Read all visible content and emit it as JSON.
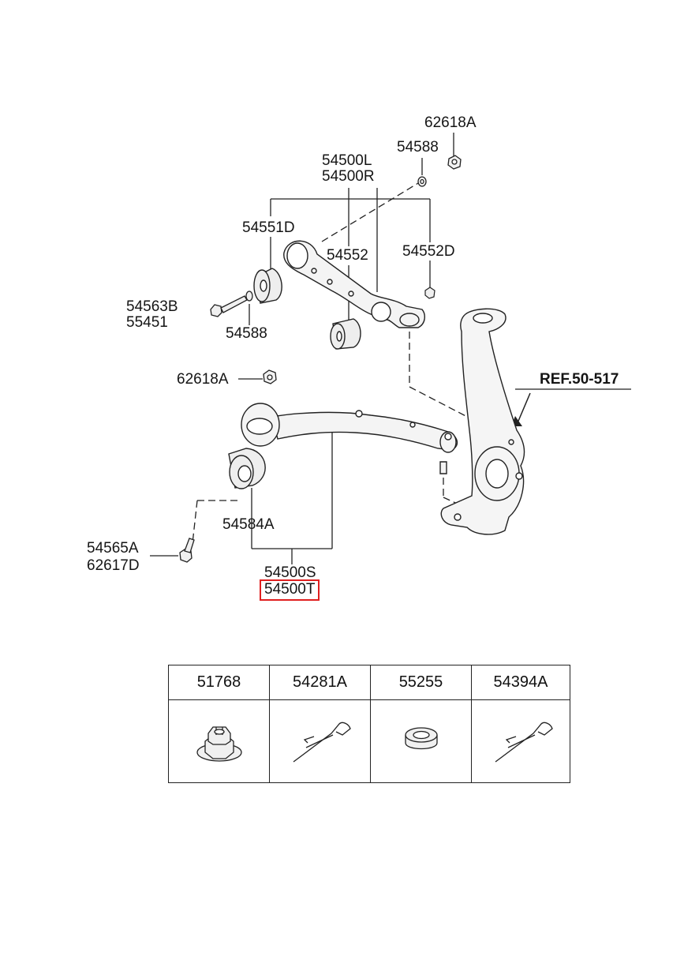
{
  "labels": {
    "l_62618A_top": "62618A",
    "l_54588_top": "54588",
    "l_54500L": "54500L",
    "l_54500R": "54500R",
    "l_54551D": "54551D",
    "l_54552": "54552",
    "l_54552D": "54552D",
    "l_54563B": "54563B",
    "l_55451": "55451",
    "l_54588_low": "54588",
    "l_62618A_mid": "62618A",
    "l_ref": "REF.50-517",
    "l_54584A": "54584A",
    "l_54565A": "54565A",
    "l_62617D": "62617D",
    "l_54500S": "54500S",
    "l_54500T": "54500T"
  },
  "table": {
    "headers": [
      "51768",
      "54281A",
      "55255",
      "54394A"
    ],
    "icons": [
      "castle-nut-icon",
      "cotter-pin-icon",
      "washer-icon",
      "cotter-pin-icon"
    ]
  },
  "colors": {
    "highlight": "#e02020",
    "line": "#222222"
  }
}
